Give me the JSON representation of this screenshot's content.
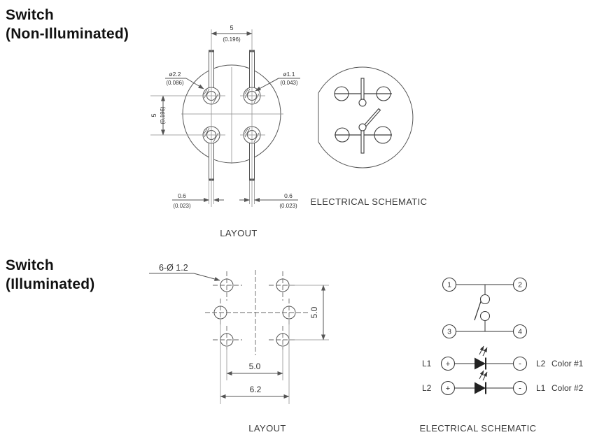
{
  "non_illuminated": {
    "title_line1": "Switch",
    "title_line2": "(Non-Illuminated)",
    "layout": {
      "caption": "LAYOUT",
      "dim_pitch_h_mm": "5",
      "dim_pitch_h_in": "(0.196)",
      "dim_pitch_v_mm": "5",
      "dim_pitch_v_in": "(0.196)",
      "pad_dia_mm": "ø2.2",
      "pad_dia_in": "(0.086)",
      "hole_dia_mm": "ø1.1",
      "hole_dia_in": "(0.043)",
      "pin_width_mm": "0.6",
      "pin_width_in": "(0.023)"
    },
    "schematic": {
      "caption": "ELECTRICAL SCHEMATIC"
    }
  },
  "illuminated": {
    "title_line1": "Switch",
    "title_line2": "(Illuminated)",
    "layout": {
      "caption": "LAYOUT",
      "holes_callout": "6-Ø 1.2",
      "dim_row_pitch_mm": "5.0",
      "dim_col_pitch_mm": "5.0",
      "dim_outer_pitch_mm": "6.2"
    },
    "schematic": {
      "caption": "ELECTRICAL SCHEMATIC",
      "terminal_1": "1",
      "terminal_2": "2",
      "terminal_3": "3",
      "terminal_4": "4",
      "led_row_1": {
        "left": "L1",
        "anode": "+",
        "cathode": "-",
        "right": "L2",
        "color_note": "Color #1"
      },
      "led_row_2": {
        "left": "L2",
        "anode": "+",
        "cathode": "-",
        "right": "L1",
        "color_note": "Color #2"
      }
    }
  }
}
